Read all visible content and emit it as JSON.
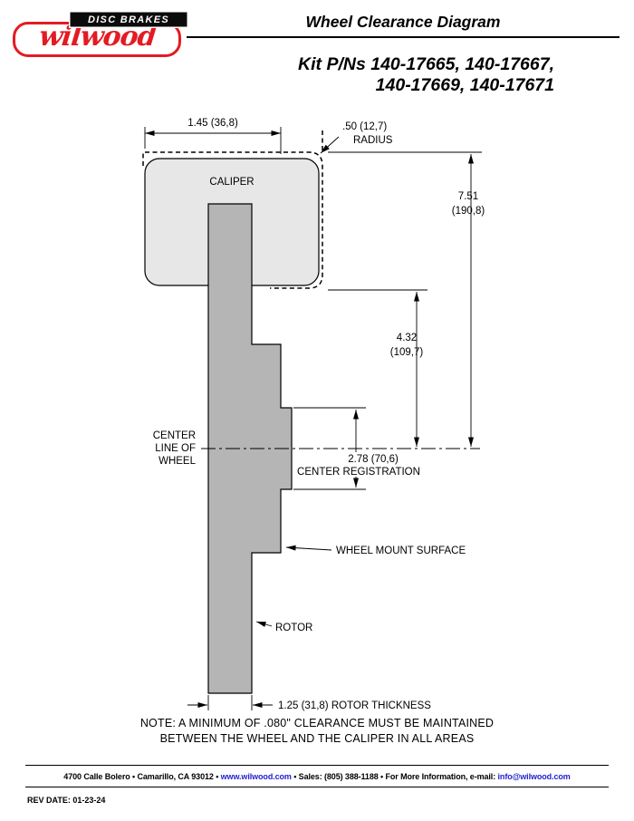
{
  "logo": {
    "brand": "wilwood",
    "banner": "DISC BRAKES"
  },
  "header": {
    "title": "Wheel Clearance Diagram",
    "subtitle_line1": "Kit P/Ns 140-17665, 140-17667,",
    "subtitle_line2": "140-17669, 140-17671"
  },
  "diagram": {
    "caliper_label": "CALIPER",
    "dim_width": "1.45 (36,8)",
    "dim_radius_line1": ".50 (12,7)",
    "dim_radius_line2": "RADIUS",
    "dim_height_line1": "7.51",
    "dim_height_line2": "(190,8)",
    "dim_caliper_bottom_line1": "4.32",
    "dim_caliper_bottom_line2": "(109,7)",
    "centerline_label_line1": "CENTER",
    "centerline_label_line2": "LINE OF",
    "centerline_label_line3": "WHEEL",
    "dim_registration_line1": "2.78 (70,6)",
    "dim_registration_line2": "CENTER REGISTRATION",
    "wheel_mount_label": "WHEEL MOUNT SURFACE",
    "rotor_label": "ROTOR",
    "dim_rotor_thickness": "1.25 (31,8) ROTOR THICKNESS",
    "note_line1": "NOTE: A MINIMUM OF .080\" CLEARANCE MUST BE MAINTAINED",
    "note_line2": "BETWEEN THE WHEEL AND THE CALIPER IN ALL AREAS"
  },
  "footer": {
    "part1": "4700 Calle Bolero • Camarillo, CA 93012 • ",
    "website": "www.wilwood.com",
    "part2": " • Sales: (805) 388-1188 • For More Information, e-mail: ",
    "email": "info@wilwood.com",
    "rev_date": "REV DATE:  01-23-24"
  }
}
